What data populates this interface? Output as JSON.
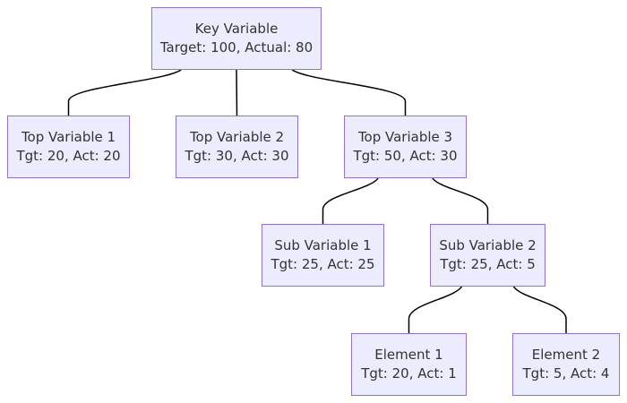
{
  "nodes": {
    "key": {
      "title": "Key Variable",
      "values": "Target: 100, Actual: 80"
    },
    "top1": {
      "title": "Top Variable 1",
      "values": "Tgt: 20, Act: 20"
    },
    "top2": {
      "title": "Top Variable 2",
      "values": "Tgt: 30, Act: 30"
    },
    "top3": {
      "title": "Top Variable 3",
      "values": "Tgt: 50, Act: 30"
    },
    "sub1": {
      "title": "Sub Variable 1",
      "values": "Tgt: 25, Act: 25"
    },
    "sub2": {
      "title": "Sub Variable 2",
      "values": "Tgt: 25, Act: 5"
    },
    "elem1": {
      "title": "Element 1",
      "values": "Tgt: 20, Act: 1"
    },
    "elem2": {
      "title": "Element 2",
      "values": "Tgt: 5, Act: 4"
    }
  },
  "edges": [
    [
      "key",
      "top1"
    ],
    [
      "key",
      "top2"
    ],
    [
      "key",
      "top3"
    ],
    [
      "top3",
      "sub1"
    ],
    [
      "top3",
      "sub2"
    ],
    [
      "sub2",
      "elem1"
    ],
    [
      "sub2",
      "elem2"
    ]
  ],
  "colors": {
    "node_fill": "#ececff",
    "node_border": "#9370db",
    "text": "#333333",
    "edge": "#000000"
  }
}
